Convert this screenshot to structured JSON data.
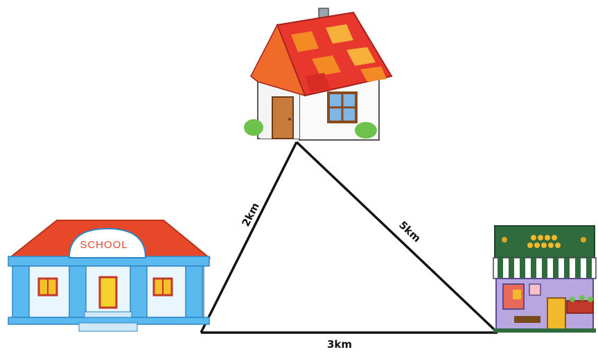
{
  "diagram": {
    "places": {
      "house": {
        "icon": "house-icon"
      },
      "school": {
        "icon": "school-icon",
        "sign": "SCHOOL"
      },
      "shop": {
        "icon": "shop-icon"
      }
    },
    "edges": [
      {
        "from": "house",
        "to": "school",
        "label": "2km"
      },
      {
        "from": "house",
        "to": "shop",
        "label": "5km"
      },
      {
        "from": "school",
        "to": "shop",
        "label": "3km"
      }
    ],
    "colors": {
      "line": "#111111",
      "roof_red": "#e8372c",
      "roof_orange": "#f48a24",
      "school_blue": "#55b8ee",
      "shop_green": "#2f6b3c"
    }
  }
}
